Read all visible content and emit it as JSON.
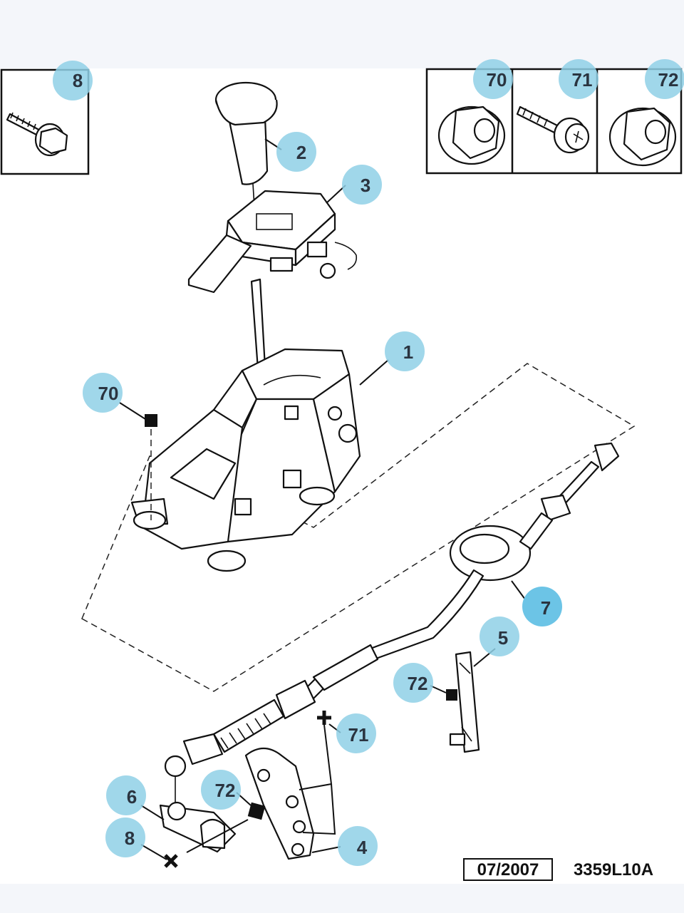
{
  "callouts": {
    "c8_box": "8",
    "c70_box": "70",
    "c71_box": "71",
    "c72_box": "72",
    "c2": "2",
    "c3": "3",
    "c1": "1",
    "c70": "70",
    "c7": "7",
    "c5": "5",
    "c72_mid": "72",
    "c71": "71",
    "c72_low": "72",
    "c6": "6",
    "c8_low": "8",
    "c4": "4"
  },
  "footer": {
    "date": "07/2007",
    "ref": "3359L10A"
  },
  "colors": {
    "bubble": "#8fd0e6",
    "bubble_active": "#6cc4e6",
    "ink": "#111111",
    "page": "#f4f6fa"
  }
}
